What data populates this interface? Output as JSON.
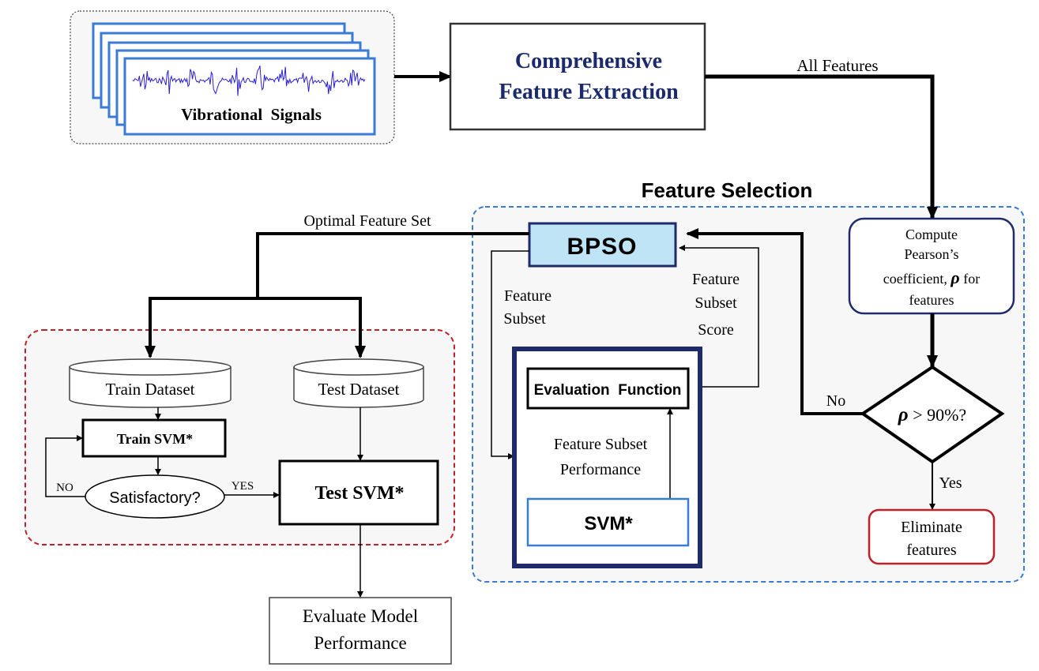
{
  "title": "Feature Selection",
  "input": {
    "label": "Vibrational  Signals"
  },
  "extraction": {
    "line1": "Comprehensive",
    "line2": "Feature Extraction"
  },
  "edges": {
    "all_features": "All Features",
    "optimal_set": "Optimal Feature Set",
    "feature_subset_1": "Feature",
    "feature_subset_2": "Subset",
    "subset_score_1": "Feature",
    "subset_score_2": "Subset",
    "subset_score_3": "Score",
    "performance_1": "Feature Subset",
    "performance_2": "Performance",
    "no": "No",
    "yes": "Yes",
    "no_small": "NO",
    "yes_small": "YES"
  },
  "bpso": {
    "label": "BPSO"
  },
  "evaluation": {
    "label": "Evaluation  Function"
  },
  "svm": {
    "label": "SVM*"
  },
  "pearson": {
    "line1": "Compute",
    "line2": "Pearson’s",
    "line3_pre": "coefficient, ",
    "rho": "ρ",
    "line3_post": " for",
    "line4": "features"
  },
  "decision": {
    "rho": "ρ",
    "cond": " > 90%?"
  },
  "eliminate": {
    "line1": "Eliminate",
    "line2": "features"
  },
  "train_dataset": {
    "label": "Train Dataset"
  },
  "test_dataset": {
    "label": "Test Dataset"
  },
  "train_svm": {
    "label": "Train SVM*"
  },
  "satisfactory": {
    "label": "Satisfactory?"
  },
  "test_svm": {
    "label": "Test SVM*"
  },
  "evaluate": {
    "line1": "Evaluate Model",
    "line2": "Performance"
  },
  "colors": {
    "blue_box": "#3a7bd5",
    "dark_navy": "#1f2a6b",
    "bpso_fill": "#bfe4f5",
    "red_border": "#c0202a",
    "panel_fill": "#f7f7f7",
    "wave": "#2a1fd1",
    "title_navy": "#1a2a6c"
  }
}
